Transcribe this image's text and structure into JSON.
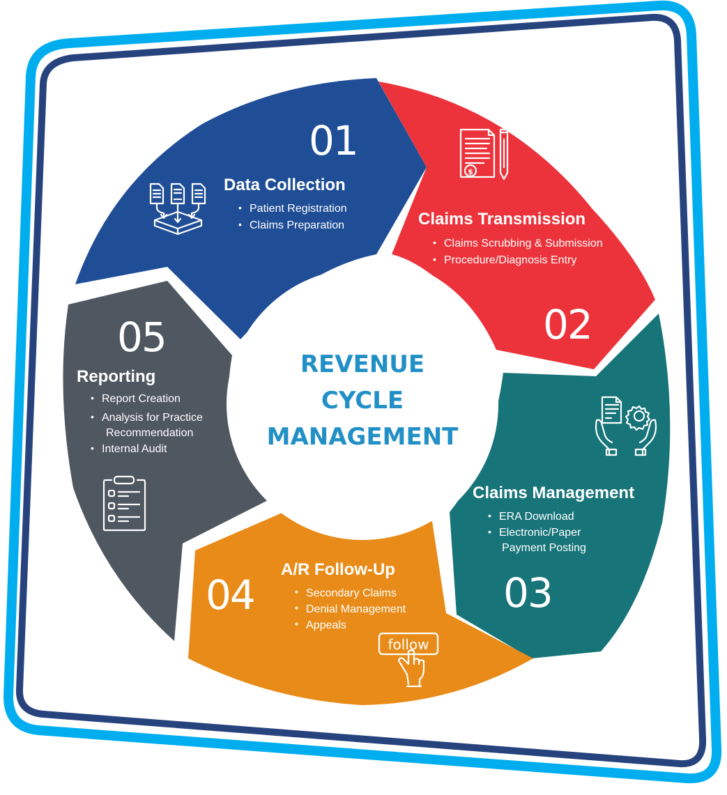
{
  "diagram": {
    "title_lines": [
      "REVENUE",
      "CYCLE",
      "MANAGEMENT"
    ],
    "title_color": "#2290c6",
    "frame": {
      "outer_color": "#00aeef",
      "inner_color": "#27437e",
      "background": "#ffffff"
    },
    "segments": [
      {
        "number": "01",
        "title": "Data Collection",
        "items": [
          "Patient Registration",
          "Claims Preparation"
        ],
        "color": "#1f4e96",
        "icon": "data-collection-icon"
      },
      {
        "number": "02",
        "title": "Claims Transmission",
        "items": [
          "Claims Scrubbing & Submission",
          "Procedure/Diagnosis Entry"
        ],
        "color": "#ec333b",
        "icon": "invoice-pencil-icon"
      },
      {
        "number": "03",
        "title": "Claims Management",
        "items": [
          "ERA Download",
          "Electronic/Paper",
          "Payment Posting"
        ],
        "color": "#177479",
        "icon": "hands-document-gear-icon"
      },
      {
        "number": "04",
        "title": "A/R Follow-Up",
        "items": [
          "Secondary Claims",
          "Denial Management",
          "Appeals"
        ],
        "color": "#e88b18",
        "icon": "follow-button-hand-icon",
        "icon_label": "follow"
      },
      {
        "number": "05",
        "title": "Reporting",
        "items": [
          "Report Creation",
          "Analysis for Practice",
          "Recommendation",
          "Internal Audit"
        ],
        "color": "#4f5761",
        "icon": "clipboard-checklist-icon"
      }
    ]
  }
}
